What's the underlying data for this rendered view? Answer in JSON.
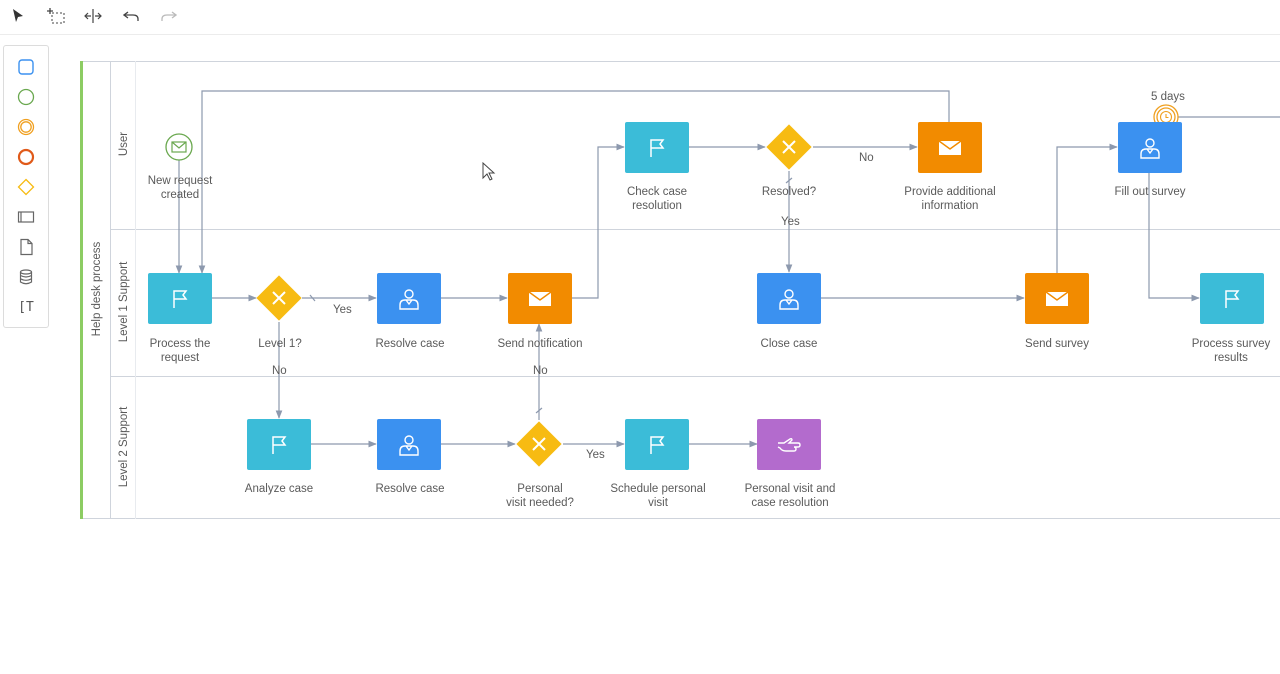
{
  "toolbar": {
    "tools": [
      {
        "name": "select-tool",
        "icon": "arrow-pointer-icon"
      },
      {
        "name": "lasso-tool",
        "icon": "lasso-select-icon"
      },
      {
        "name": "space-tool",
        "icon": "space-tool-icon"
      },
      {
        "name": "undo-button",
        "icon": "undo-icon"
      },
      {
        "name": "redo-button",
        "icon": "redo-icon"
      }
    ]
  },
  "palette": {
    "items": [
      "task-shape",
      "start-event",
      "intermediate-event",
      "end-event",
      "gateway",
      "lane",
      "data-object",
      "data-store",
      "text-annotation"
    ],
    "annotation_glyph": "[T"
  },
  "process": {
    "name": "Help desk process",
    "lanes": [
      "User",
      "Level 1 Support",
      "Level 2 Support"
    ]
  },
  "nodes": {
    "start": "New request\ncreated",
    "process_request": "Process the\nrequest",
    "level1": "Level 1?",
    "resolve_case_1": "Resolve case",
    "send_notification": "Send notification",
    "check_resolution": "Check case\nresolution",
    "resolved": "Resolved?",
    "provide_info": "Provide additional\ninformation",
    "close_case": "Close case",
    "send_survey": "Send survey",
    "fill_survey": "Fill out survey",
    "timer": "5 days",
    "process_survey": "Process survey\nresults",
    "analyze_case": "Analyze case",
    "resolve_case_2": "Resolve case",
    "personal_visit_needed": "Personal\nvisit needed?",
    "schedule_visit": "Schedule personal\nvisit",
    "personal_visit": "Personal visit and\ncase resolution"
  },
  "edges": {
    "level1_yes": "Yes",
    "level1_no": "No",
    "resolved_no": "No",
    "resolved_yes": "Yes",
    "visit_no": "No",
    "visit_yes": "Yes"
  },
  "colors": {
    "flag_task": "#3bbcd8",
    "user_task": "#3b91f0",
    "message_task": "#f28b00",
    "manual_task": "#b36bcd",
    "gateway": "#f7bb12",
    "pool_accent": "#8ccc63",
    "start_event": "#6aa84f",
    "timer_event": "#f0a020",
    "connector": "#8d99ae"
  }
}
